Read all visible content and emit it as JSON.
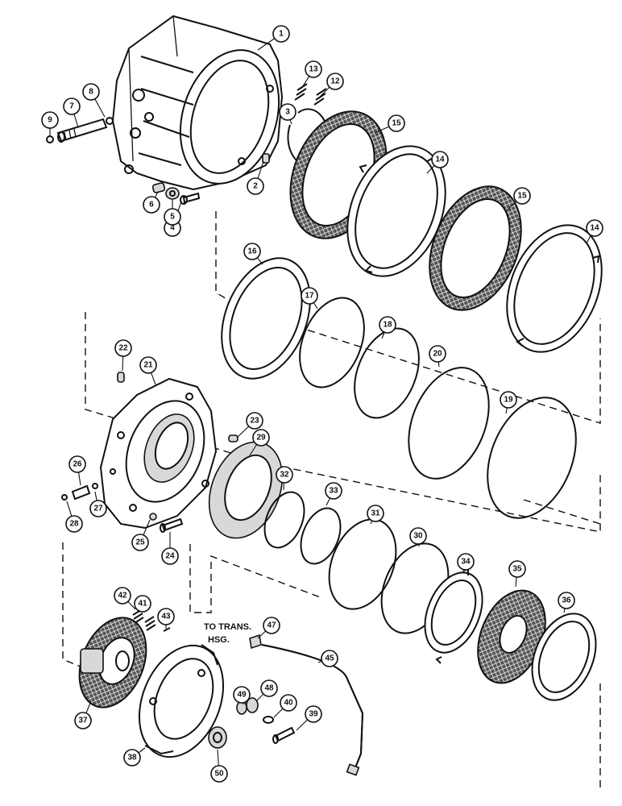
{
  "diagram": {
    "note_lines": [
      "TO TRANS.",
      "HSG."
    ],
    "callouts": [
      "1",
      "2",
      "3",
      "4",
      "5",
      "6",
      "7",
      "8",
      "9",
      "12",
      "13",
      "14",
      "14",
      "15",
      "15",
      "16",
      "17",
      "18",
      "19",
      "20",
      "21",
      "22",
      "23",
      "24",
      "25",
      "26",
      "27",
      "28",
      "29",
      "30",
      "31",
      "32",
      "33",
      "34",
      "35",
      "36",
      "37",
      "38",
      "39",
      "40",
      "41",
      "42",
      "43",
      "45",
      "47",
      "48",
      "49",
      "50"
    ]
  }
}
